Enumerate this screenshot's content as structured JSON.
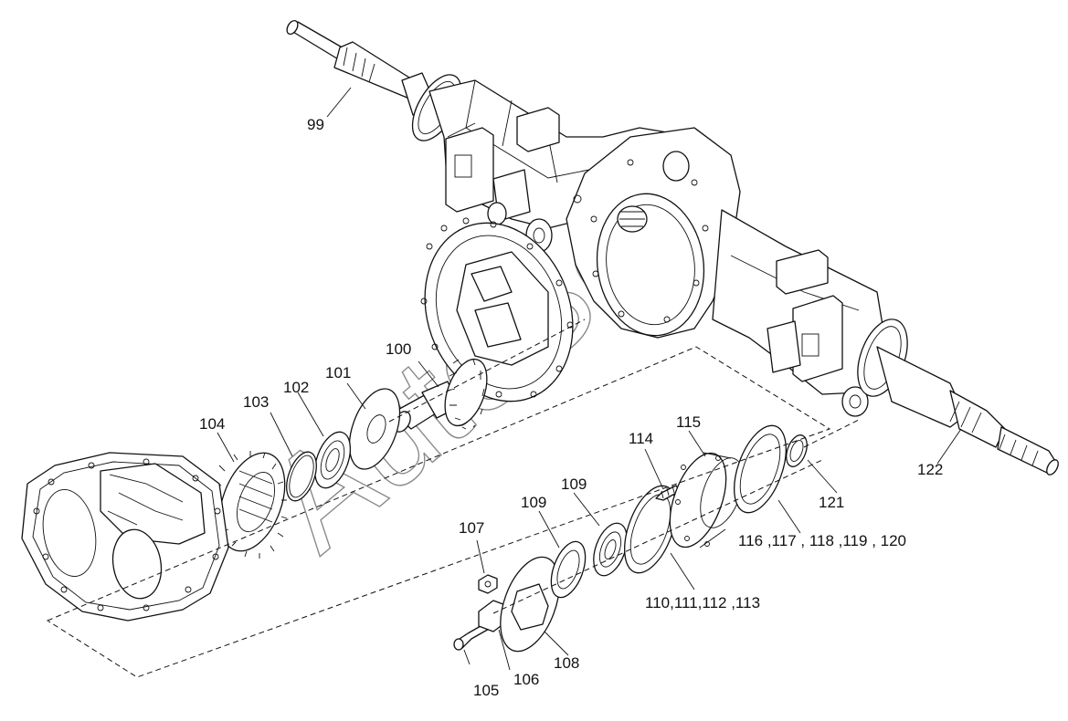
{
  "diagram": {
    "watermark": "AutoSoft",
    "corner_mark": "",
    "callouts": [
      {
        "id": "c99",
        "text": "99"
      },
      {
        "id": "c100",
        "text": "100"
      },
      {
        "id": "c101",
        "text": "101"
      },
      {
        "id": "c102",
        "text": "102"
      },
      {
        "id": "c103",
        "text": "103"
      },
      {
        "id": "c104",
        "text": "104"
      },
      {
        "id": "c105",
        "text": "105"
      },
      {
        "id": "c106",
        "text": "106"
      },
      {
        "id": "c107",
        "text": "107"
      },
      {
        "id": "c108",
        "text": "108"
      },
      {
        "id": "c109a",
        "text": "109"
      },
      {
        "id": "c109b",
        "text": "109"
      },
      {
        "id": "c110",
        "text": "110,111,112 ,113"
      },
      {
        "id": "c114",
        "text": "114"
      },
      {
        "id": "c115",
        "text": "115"
      },
      {
        "id": "c116",
        "text": "116 ,117 , 118 ,119 , 120"
      },
      {
        "id": "c121",
        "text": "121"
      },
      {
        "id": "c122",
        "text": "122"
      }
    ]
  }
}
